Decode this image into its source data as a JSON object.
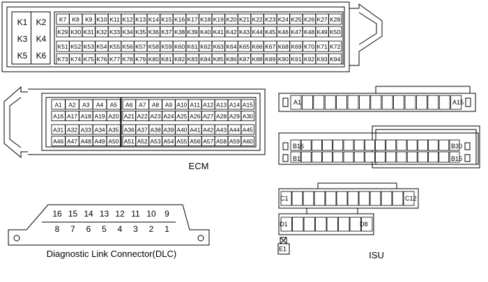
{
  "k_block": {
    "big_pins": [
      [
        "K1",
        "K2"
      ],
      [
        "K3",
        "K4"
      ],
      [
        "K5",
        "K6"
      ]
    ],
    "rows": [
      [
        "K7",
        "K8",
        "K9",
        "K10",
        "K11",
        "K12",
        "K13",
        "K14",
        "K15",
        "K16",
        "K17",
        "K18",
        "K19",
        "K20",
        "K21",
        "K22",
        "K23",
        "K24",
        "K25",
        "K26",
        "K27",
        "K28"
      ],
      [
        "K29",
        "K30",
        "K31",
        "K32",
        "K33",
        "K34",
        "K35",
        "K36",
        "K37",
        "K38",
        "K39",
        "K40",
        "K41",
        "K42",
        "K43",
        "K44",
        "K45",
        "K46",
        "K47",
        "K48",
        "K49",
        "K50"
      ],
      [
        "K51",
        "K52",
        "K53",
        "K54",
        "K55",
        "K56",
        "K57",
        "K58",
        "K59",
        "K60",
        "K61",
        "K62",
        "K63",
        "K64",
        "K65",
        "K66",
        "K67",
        "K68",
        "K69",
        "K70",
        "K71",
        "K72"
      ],
      [
        "K73",
        "K74",
        "K75",
        "K76",
        "K77",
        "K78",
        "K79",
        "K80",
        "K81",
        "K82",
        "K83",
        "K84",
        "K85",
        "K86",
        "K87",
        "K88",
        "K89",
        "K90",
        "K91",
        "K92",
        "K93",
        "K94"
      ]
    ]
  },
  "a_block": {
    "left": [
      [
        "A1",
        "A2",
        "A3",
        "A4",
        "A5"
      ],
      [
        "A16",
        "A17",
        "A18",
        "A19",
        "A20"
      ],
      [
        "A31",
        "A32",
        "A33",
        "A34",
        "A35"
      ],
      [
        "A46",
        "A47",
        "A48",
        "A49",
        "A50"
      ]
    ],
    "right": [
      [
        "A6",
        "A7",
        "A8",
        "A9",
        "A10",
        "A11",
        "A12",
        "A13",
        "A14",
        "A15"
      ],
      [
        "A21",
        "A22",
        "A23",
        "A24",
        "A25",
        "A26",
        "A27",
        "A28",
        "A29",
        "A30"
      ],
      [
        "A36",
        "A37",
        "A38",
        "A39",
        "A40",
        "A41",
        "A42",
        "A43",
        "A44",
        "A45"
      ],
      [
        "A51",
        "A52",
        "A53",
        "A54",
        "A55",
        "A56",
        "A57",
        "A58",
        "A59",
        "A60"
      ]
    ]
  },
  "labels": {
    "ecm": "ECM",
    "dlc": "Diagnostic Link Connector(DLC)",
    "isu": "ISU"
  },
  "dlc": {
    "top_row": [
      "16",
      "15",
      "14",
      "13",
      "12",
      "11",
      "10",
      "9"
    ],
    "bottom_row": [
      "8",
      "7",
      "6",
      "5",
      "4",
      "3",
      "2",
      "1"
    ]
  },
  "isu": {
    "conn_a": [
      "A1",
      "A15"
    ],
    "conn_b": [
      "B16",
      "B30",
      "B1",
      "B15"
    ],
    "conn_c": [
      "C1",
      "C12"
    ],
    "conn_d": [
      "D1",
      "D8"
    ],
    "conn_e": [
      "E1"
    ]
  }
}
